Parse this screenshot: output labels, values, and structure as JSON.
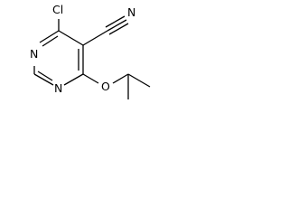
{
  "molecule": {
    "atoms": {
      "cl": "Cl",
      "n_top": "N",
      "n_bottom": "N",
      "n_nitrile": "N",
      "o_ether": "O"
    }
  }
}
